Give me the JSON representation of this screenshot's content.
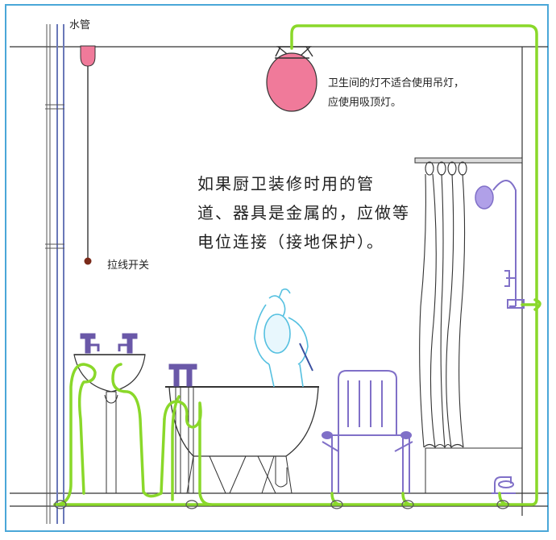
{
  "labels": {
    "water_pipe": "水管",
    "pull_switch": "拉线开关",
    "lamp_note": "卫生间的灯不适合使用吊灯，\n应使用吸顶灯。",
    "main_text": "如果厨卫装修时用的管\n道、器具是金属的，应做等\n电位连接（接地保护）。"
  },
  "colors": {
    "border": "#4aa7d8",
    "ground_wire": "#8ad82a",
    "fixture_outline": "#8070c8",
    "lamp": "#f07a9a",
    "person": "#55c0e0",
    "lines": "#333333"
  }
}
